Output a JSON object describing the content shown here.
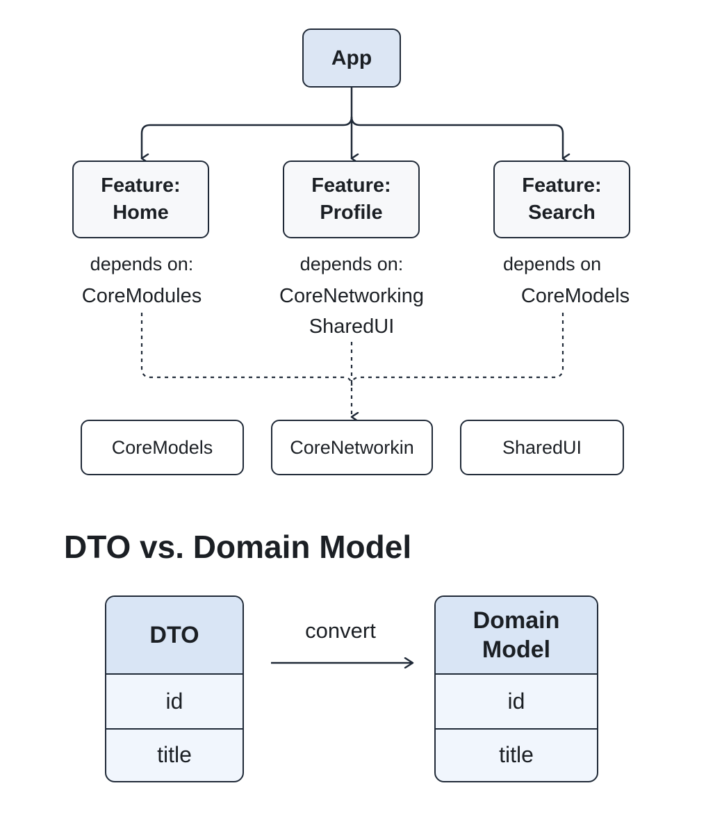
{
  "architecture": {
    "app": "App",
    "features": [
      {
        "title_line1": "Feature:",
        "title_line2": "Home",
        "depends_label": "depends on:",
        "modules": [
          "CoreModules"
        ]
      },
      {
        "title_line1": "Feature:",
        "title_line2": "Profile",
        "depends_label": "depends on:",
        "modules": [
          "CoreNetworking",
          "SharedUI"
        ]
      },
      {
        "title_line1": "Feature:",
        "title_line2": "Search",
        "depends_label": "depends on",
        "modules": [
          "CoreModels"
        ]
      }
    ],
    "core_modules": [
      "CoreModels",
      "CoreNetworkin",
      "SharedUI"
    ]
  },
  "dto_section": {
    "heading": "DTO vs. Domain Model",
    "dto": {
      "header": "DTO",
      "fields": [
        "id",
        "title"
      ]
    },
    "arrow_label": "convert",
    "domain": {
      "header_line1": "Domain",
      "header_line2": "Model",
      "fields": [
        "id",
        "title"
      ]
    }
  },
  "colors": {
    "stroke": "#1f2937",
    "header_fill": "#dce6f4",
    "row_fill": "#f1f6fd",
    "feature_fill": "#f7f8fa"
  }
}
